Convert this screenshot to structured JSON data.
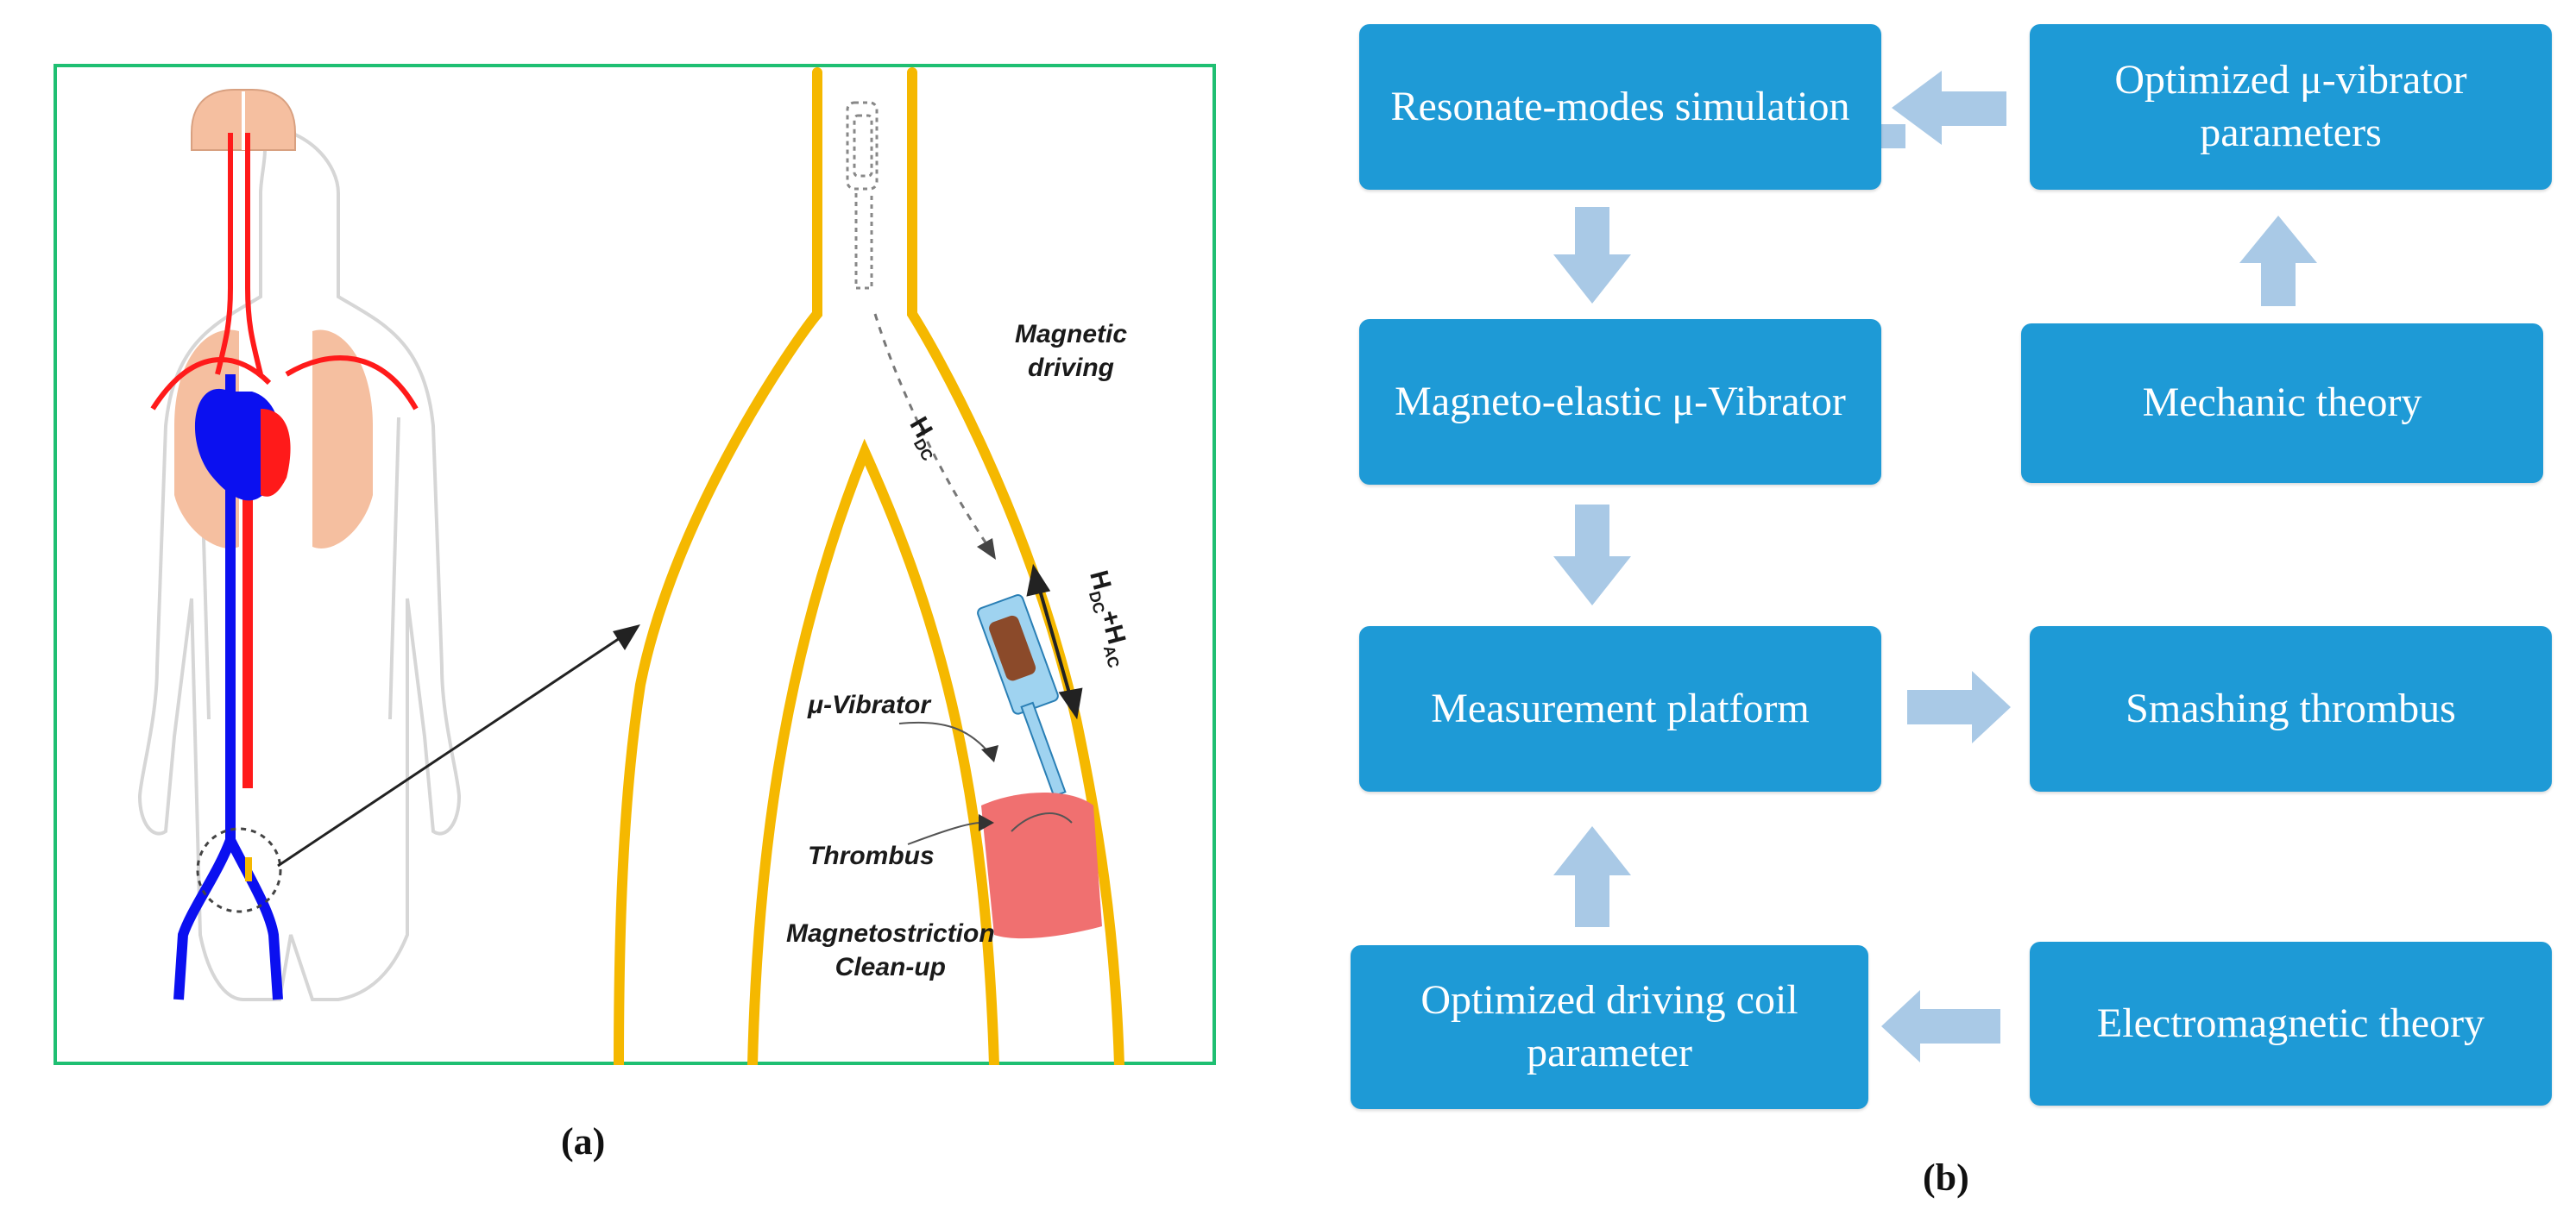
{
  "panel_a": {
    "caption": "(a)",
    "labels": {
      "magnetic_driving": "Magnetic\ndriving",
      "h_dc_main": "H",
      "h_dc_sub": "DC",
      "h_combo_main1": "H",
      "h_combo_sub1": "DC",
      "h_combo_plus": "+H",
      "h_combo_sub2": "AC",
      "micro_vibrator": "μ-Vibrator",
      "thrombus": "Thrombus",
      "magnetostriction": "Magnetostriction\nClean-up"
    },
    "colors": {
      "frame": "#1fbf72",
      "vessel_wall": "#f5b800",
      "artery": "#ff1a1a",
      "vein": "#0b10f0",
      "lung": "#f5bfa0",
      "thrombus": "#f07070",
      "vibrator": "#9fd3f0",
      "magnet": "#8b4a2a"
    }
  },
  "panel_b": {
    "caption": "(b)",
    "boxes": {
      "resonate": "Resonate-modes simulation",
      "optimized_vibrator": "Optimized μ-vibrator parameters",
      "magneto_elastic": "Magneto-elastic μ-Vibrator",
      "mechanic": "Mechanic theory",
      "measurement": "Measurement platform",
      "smashing": "Smashing thrombus",
      "optimized_coil": "Optimized driving coil parameter",
      "electromagnetic": "Electromagnetic theory"
    },
    "colors": {
      "box": "#1e9ad6",
      "arrow": "#a9c9e6"
    }
  }
}
